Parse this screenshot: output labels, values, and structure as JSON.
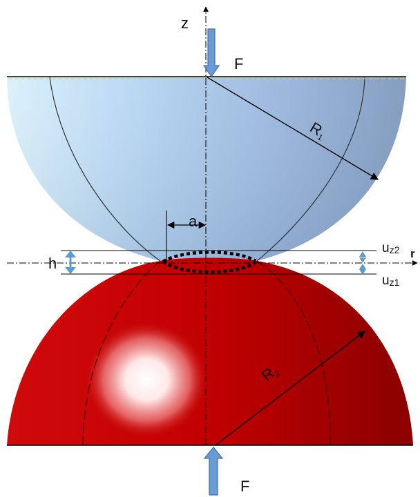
{
  "labels": {
    "axis_z": "z",
    "axis_r": "r",
    "force_top": "F",
    "force_bottom": "F",
    "radius_1": {
      "main": "R",
      "sub": "1"
    },
    "radius_2": {
      "main": "R",
      "sub": "2"
    },
    "contact_radius": "a",
    "gap": "h",
    "displacement_2": {
      "main": "u",
      "sub": "z2"
    },
    "displacement_1": {
      "main": "u",
      "sub": "z1"
    }
  },
  "colors": {
    "upper_body": "#a9c3e6",
    "lower_body": "#c80000",
    "force_arrow": "#6a9bd6",
    "line": "#000000"
  }
}
